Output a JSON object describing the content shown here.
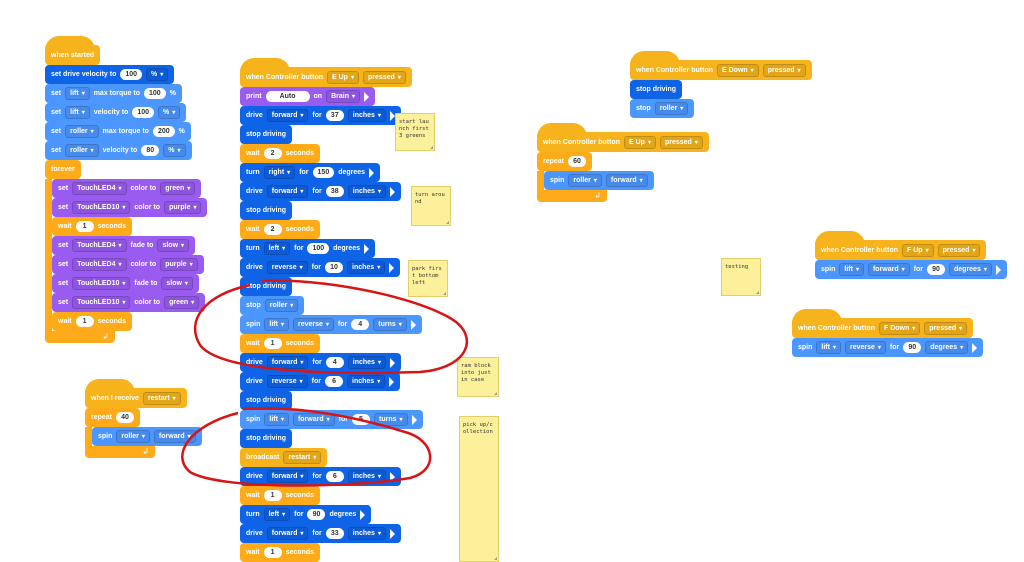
{
  "colors": {
    "event": "#f7b31b",
    "drive": "#0f63e6",
    "motor": "#4c97ff",
    "looks": "#9a5cf0",
    "control": "#ffab19",
    "annotation": "#d81414",
    "note": "#fdf09a"
  },
  "stacks": [
    {
      "name": "when-started-stack",
      "blocks": [
        {
          "cat": "event",
          "hat": true,
          "tokens": [
            {
              "t": "when started"
            }
          ]
        },
        {
          "cat": "drive",
          "tokens": [
            {
              "t": "set drive velocity to"
            },
            {
              "n": "100"
            },
            {
              "d": "%"
            }
          ]
        },
        {
          "cat": "motor",
          "tokens": [
            {
              "t": "set"
            },
            {
              "d": "lift"
            },
            {
              "t": "max torque to"
            },
            {
              "n": "100"
            },
            {
              "t": "%"
            }
          ]
        },
        {
          "cat": "motor",
          "tokens": [
            {
              "t": "set"
            },
            {
              "d": "lift"
            },
            {
              "t": "velocity to"
            },
            {
              "n": "100"
            },
            {
              "d": "%"
            }
          ]
        },
        {
          "cat": "motor",
          "tokens": [
            {
              "t": "set"
            },
            {
              "d": "roller"
            },
            {
              "t": "max torque to"
            },
            {
              "n": "200"
            },
            {
              "t": "%"
            }
          ]
        },
        {
          "cat": "motor",
          "tokens": [
            {
              "t": "set"
            },
            {
              "d": "roller"
            },
            {
              "t": "velocity to"
            },
            {
              "n": "80"
            },
            {
              "d": "%"
            }
          ]
        },
        {
          "cat": "control",
          "tokens": [
            {
              "t": "forever"
            }
          ],
          "children": [
            {
              "cat": "looks",
              "tokens": [
                {
                  "t": "set"
                },
                {
                  "d": "TouchLED4"
                },
                {
                  "t": "color to"
                },
                {
                  "d": "green"
                }
              ]
            },
            {
              "cat": "looks",
              "tokens": [
                {
                  "t": "set"
                },
                {
                  "d": "TouchLED10"
                },
                {
                  "t": "color to"
                },
                {
                  "d": "purple"
                }
              ]
            },
            {
              "cat": "control",
              "tokens": [
                {
                  "t": "wait"
                },
                {
                  "n": "1"
                },
                {
                  "t": "seconds"
                }
              ]
            },
            {
              "cat": "looks",
              "tokens": [
                {
                  "t": "set"
                },
                {
                  "d": "TouchLED4"
                },
                {
                  "t": "fade to"
                },
                {
                  "d": "slow"
                }
              ]
            },
            {
              "cat": "looks",
              "tokens": [
                {
                  "t": "set"
                },
                {
                  "d": "TouchLED4"
                },
                {
                  "t": "color to"
                },
                {
                  "d": "purple"
                }
              ]
            },
            {
              "cat": "looks",
              "tokens": [
                {
                  "t": "set"
                },
                {
                  "d": "TouchLED10"
                },
                {
                  "t": "fade to"
                },
                {
                  "d": "slow"
                }
              ]
            },
            {
              "cat": "looks",
              "tokens": [
                {
                  "t": "set"
                },
                {
                  "d": "TouchLED10"
                },
                {
                  "t": "color to"
                },
                {
                  "d": "green"
                }
              ]
            },
            {
              "cat": "control",
              "tokens": [
                {
                  "t": "wait"
                },
                {
                  "n": "1"
                },
                {
                  "t": "seconds"
                }
              ]
            }
          ]
        }
      ]
    },
    {
      "name": "when-e-up-auto-stack",
      "blocks": [
        {
          "cat": "event",
          "hat": true,
          "tokens": [
            {
              "t": "when Controller button"
            },
            {
              "d": "E Up"
            },
            {
              "d": "pressed"
            }
          ]
        },
        {
          "cat": "looks",
          "tokens": [
            {
              "t": "print"
            },
            {
              "s": "Auto"
            },
            {
              "t": "on"
            },
            {
              "d": "Brain"
            },
            {
              "run": true
            }
          ]
        },
        {
          "cat": "drive",
          "tokens": [
            {
              "t": "drive"
            },
            {
              "d": "forward"
            },
            {
              "t": "for"
            },
            {
              "n": "37"
            },
            {
              "d": "inches"
            },
            {
              "run": true
            }
          ]
        },
        {
          "cat": "drive",
          "tokens": [
            {
              "t": "stop driving"
            }
          ]
        },
        {
          "cat": "control",
          "tokens": [
            {
              "t": "wait"
            },
            {
              "n": "2"
            },
            {
              "t": "seconds"
            }
          ]
        },
        {
          "cat": "drive",
          "tokens": [
            {
              "t": "turn"
            },
            {
              "d": "right"
            },
            {
              "t": "for"
            },
            {
              "n": "150"
            },
            {
              "t": "degrees"
            },
            {
              "run": true
            }
          ]
        },
        {
          "cat": "drive",
          "tokens": [
            {
              "t": "drive"
            },
            {
              "d": "forward"
            },
            {
              "t": "for"
            },
            {
              "n": "38"
            },
            {
              "d": "inches"
            },
            {
              "run": true
            }
          ]
        },
        {
          "cat": "drive",
          "tokens": [
            {
              "t": "stop driving"
            }
          ]
        },
        {
          "cat": "control",
          "tokens": [
            {
              "t": "wait"
            },
            {
              "n": "2"
            },
            {
              "t": "seconds"
            }
          ]
        },
        {
          "cat": "drive",
          "tokens": [
            {
              "t": "turn"
            },
            {
              "d": "left"
            },
            {
              "t": "for"
            },
            {
              "n": "100"
            },
            {
              "t": "degrees"
            },
            {
              "run": true
            }
          ]
        },
        {
          "cat": "drive",
          "tokens": [
            {
              "t": "drive"
            },
            {
              "d": "reverse"
            },
            {
              "t": "for"
            },
            {
              "n": "10"
            },
            {
              "d": "inches"
            },
            {
              "run": true
            }
          ]
        },
        {
          "cat": "drive",
          "tokens": [
            {
              "t": "stop driving"
            }
          ]
        },
        {
          "cat": "motor",
          "tokens": [
            {
              "t": "stop"
            },
            {
              "d": "roller"
            }
          ]
        },
        {
          "cat": "motor",
          "tokens": [
            {
              "t": "spin"
            },
            {
              "d": "lift"
            },
            {
              "d": "reverse"
            },
            {
              "t": "for"
            },
            {
              "n": "4"
            },
            {
              "d": "turns"
            },
            {
              "run": true
            }
          ]
        },
        {
          "cat": "control",
          "tokens": [
            {
              "t": "wait"
            },
            {
              "n": "1"
            },
            {
              "t": "seconds"
            }
          ]
        },
        {
          "cat": "drive",
          "tokens": [
            {
              "t": "drive"
            },
            {
              "d": "forward"
            },
            {
              "t": "for"
            },
            {
              "n": "4"
            },
            {
              "d": "inches"
            },
            {
              "run": true
            }
          ]
        },
        {
          "cat": "drive",
          "tokens": [
            {
              "t": "drive"
            },
            {
              "d": "reverse"
            },
            {
              "t": "for"
            },
            {
              "n": "6"
            },
            {
              "d": "inches"
            },
            {
              "run": true
            }
          ]
        },
        {
          "cat": "drive",
          "tokens": [
            {
              "t": "stop driving"
            }
          ]
        },
        {
          "cat": "motor",
          "tokens": [
            {
              "t": "spin"
            },
            {
              "d": "lift"
            },
            {
              "d": "forward"
            },
            {
              "t": "for"
            },
            {
              "n": "5"
            },
            {
              "d": "turns"
            },
            {
              "run": true
            }
          ]
        },
        {
          "cat": "drive",
          "tokens": [
            {
              "t": "stop driving"
            }
          ]
        },
        {
          "cat": "event",
          "tokens": [
            {
              "t": "broadcast"
            },
            {
              "d": "restart"
            }
          ]
        },
        {
          "cat": "drive",
          "tokens": [
            {
              "t": "drive"
            },
            {
              "d": "forward"
            },
            {
              "t": "for"
            },
            {
              "n": "6"
            },
            {
              "d": "inches"
            },
            {
              "run": true
            }
          ]
        },
        {
          "cat": "control",
          "tokens": [
            {
              "t": "wait"
            },
            {
              "n": "1"
            },
            {
              "t": "seconds"
            }
          ]
        },
        {
          "cat": "drive",
          "tokens": [
            {
              "t": "turn"
            },
            {
              "d": "left"
            },
            {
              "t": "for"
            },
            {
              "n": "90"
            },
            {
              "t": "degrees"
            },
            {
              "run": true
            }
          ]
        },
        {
          "cat": "drive",
          "tokens": [
            {
              "t": "drive"
            },
            {
              "d": "forward"
            },
            {
              "t": "for"
            },
            {
              "n": "33"
            },
            {
              "d": "inches"
            },
            {
              "run": true
            }
          ]
        },
        {
          "cat": "control",
          "tokens": [
            {
              "t": "wait"
            },
            {
              "n": "1"
            },
            {
              "t": "seconds"
            }
          ]
        }
      ]
    },
    {
      "name": "when-e-down-stack",
      "blocks": [
        {
          "cat": "event",
          "hat": true,
          "tokens": [
            {
              "t": "when Controller button"
            },
            {
              "d": "E Down"
            },
            {
              "d": "pressed"
            }
          ]
        },
        {
          "cat": "drive",
          "tokens": [
            {
              "t": "stop driving"
            }
          ]
        },
        {
          "cat": "motor",
          "tokens": [
            {
              "t": "stop"
            },
            {
              "d": "roller"
            }
          ]
        }
      ]
    },
    {
      "name": "when-e-up-roller-stack",
      "blocks": [
        {
          "cat": "event",
          "hat": true,
          "tokens": [
            {
              "t": "when Controller button"
            },
            {
              "d": "E Up"
            },
            {
              "d": "pressed"
            }
          ]
        },
        {
          "cat": "control",
          "tokens": [
            {
              "t": "repeat"
            },
            {
              "n": "60"
            }
          ],
          "children": [
            {
              "cat": "motor",
              "tokens": [
                {
                  "t": "spin"
                },
                {
                  "d": "roller"
                },
                {
                  "d": "forward"
                }
              ]
            }
          ]
        }
      ]
    },
    {
      "name": "when-f-up-stack",
      "blocks": [
        {
          "cat": "event",
          "hat": true,
          "tokens": [
            {
              "t": "when Controller button"
            },
            {
              "d": "F Up"
            },
            {
              "d": "pressed"
            }
          ]
        },
        {
          "cat": "motor",
          "tokens": [
            {
              "t": "spin"
            },
            {
              "d": "lift"
            },
            {
              "d": "forward"
            },
            {
              "t": "for"
            },
            {
              "n": "90"
            },
            {
              "d": "degrees"
            },
            {
              "run": true
            }
          ]
        }
      ]
    },
    {
      "name": "when-f-down-stack",
      "blocks": [
        {
          "cat": "event",
          "hat": true,
          "tokens": [
            {
              "t": "when Controller button"
            },
            {
              "d": "F Down"
            },
            {
              "d": "pressed"
            }
          ]
        },
        {
          "cat": "motor",
          "tokens": [
            {
              "t": "spin"
            },
            {
              "d": "lift"
            },
            {
              "d": "reverse"
            },
            {
              "t": "for"
            },
            {
              "n": "90"
            },
            {
              "d": "degrees"
            },
            {
              "run": true
            }
          ]
        }
      ]
    },
    {
      "name": "when-i-receive-restart-stack",
      "blocks": [
        {
          "cat": "event",
          "hat": true,
          "tokens": [
            {
              "t": "when I receive"
            },
            {
              "d": "restart"
            }
          ]
        },
        {
          "cat": "control",
          "tokens": [
            {
              "t": "repeat"
            },
            {
              "n": "40"
            }
          ],
          "children": [
            {
              "cat": "motor",
              "tokens": [
                {
                  "t": "spin"
                },
                {
                  "d": "roller"
                },
                {
                  "d": "forward"
                }
              ]
            }
          ]
        }
      ]
    }
  ],
  "notes": [
    {
      "text": "start launch first 3 greens"
    },
    {
      "text": "turn around"
    },
    {
      "text": "park first bottom left"
    },
    {
      "text": "testing"
    },
    {
      "text": "ram block into just in case"
    },
    {
      "text": "pick up/collection"
    }
  ]
}
